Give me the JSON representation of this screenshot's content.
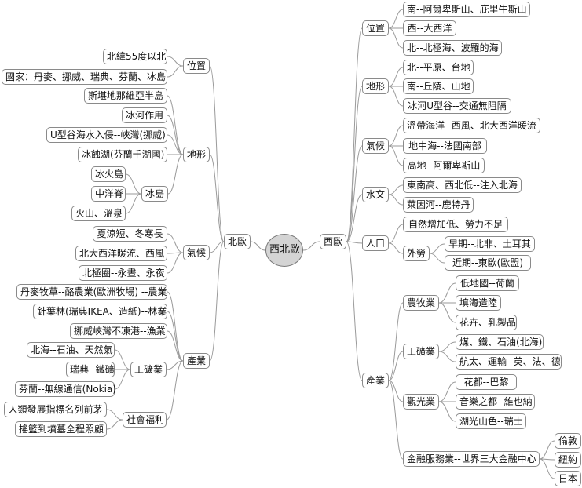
{
  "root": "西北歐",
  "north": {
    "label": "北歐",
    "branches": [
      {
        "label": "位置",
        "items": [
          "北緯55度以北",
          "國家：丹麥、挪威、瑞典、芬蘭、冰島"
        ]
      },
      {
        "label": "地形",
        "items": [
          "斯堪地那維亞半島",
          "冰河作用",
          "U型谷海水入侵--峽灣(挪威)",
          "冰蝕湖(芬蘭千湖國)"
        ],
        "sub": {
          "label": "冰島",
          "items": [
            "冰火島",
            "中洋脊",
            "火山、溫泉"
          ]
        }
      },
      {
        "label": "氣候",
        "items": [
          "夏涼短、冬寒長",
          "北大西洋暖流、西風",
          "北極圈--永晝、永夜"
        ]
      },
      {
        "label": "產業",
        "items": [
          "丹麥牧草--酪農業(歐洲牧場) --農業",
          "針葉林(瑞典IKEA、造紙)--林業",
          "挪威峽灣不凍港--漁業"
        ],
        "sub1": {
          "label": "工礦業",
          "items": [
            "北海--石油、天然氣",
            "瑞典--鐵礦",
            "芬蘭--無線通信(Nokia)"
          ]
        },
        "sub2": {
          "label": "社會福利",
          "items": [
            "人類發展指標名列前茅",
            "搖籃到墳墓全程照顧"
          ]
        }
      }
    ]
  },
  "west": {
    "label": "西歐",
    "branches": [
      {
        "label": "位置",
        "items": [
          "南--阿爾卑斯山、庇里牛斯山",
          "西--大西洋",
          "北--北極海、波羅的海"
        ]
      },
      {
        "label": "地形",
        "items": [
          "北--平原、台地",
          "南--丘陵、山地",
          "冰河U型谷--交通無阻隔"
        ]
      },
      {
        "label": "氣候",
        "items": [
          "溫帶海洋--西風、北大西洋暖流",
          "地中海--法國南部",
          "高地--阿爾卑斯山"
        ]
      },
      {
        "label": "水文",
        "items": [
          "東南高、西北低--注入北海",
          "萊因河--鹿特丹"
        ]
      },
      {
        "label": "人口",
        "items": [
          "自然增加低、勞力不足"
        ],
        "sub": {
          "label": "外勞",
          "items": [
            "早期--北非、土耳其",
            "近期--東歐(歐盟)"
          ]
        }
      },
      {
        "label": "產業",
        "groups": [
          {
            "label": "農牧業",
            "items": [
              "低地國--荷蘭",
              "填海造陸",
              "花卉、乳製品"
            ]
          },
          {
            "label": "工礦業",
            "items": [
              "煤、鐵、石油(北海)",
              "航太、運輸--英、法、德"
            ]
          },
          {
            "label": "觀光業",
            "items": [
              "花都--巴黎",
              "音樂之都--維也納",
              "湖光山色--瑞士"
            ]
          },
          {
            "label": "金融服務業--世界三大金融中心",
            "items": [
              "倫敦",
              "紐約",
              "日本"
            ]
          }
        ]
      }
    ]
  }
}
